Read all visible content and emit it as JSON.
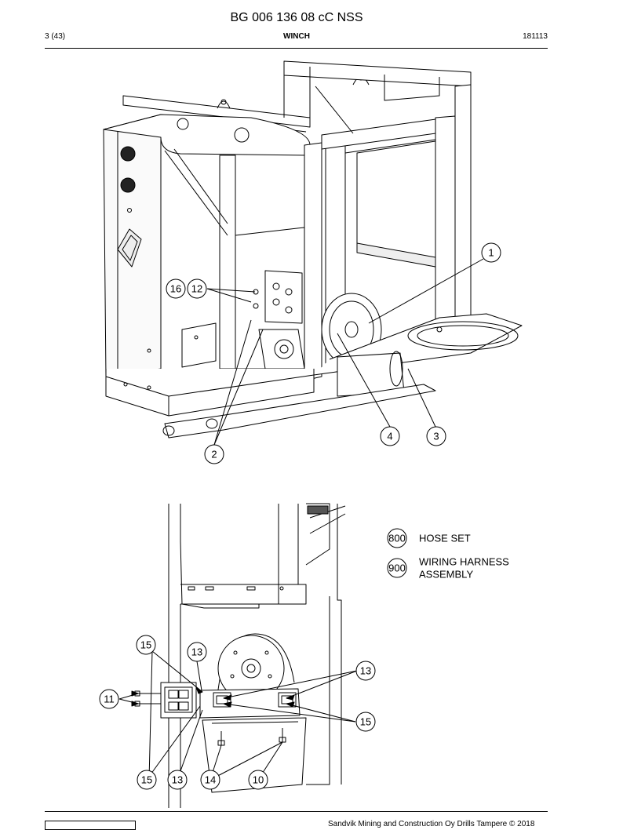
{
  "header": {
    "title": "BG 006 136 08 cC NSS",
    "page": "3 (43)",
    "section": "WINCH",
    "date_code": "181113"
  },
  "figure_top": {
    "callouts": [
      "1",
      "2",
      "3",
      "4",
      "12",
      "16"
    ]
  },
  "figure_bottom": {
    "callouts": [
      "15",
      "13",
      "13",
      "11",
      "15",
      "15",
      "13",
      "14",
      "10"
    ]
  },
  "legend": [
    {
      "code": "800",
      "label": "HOSE SET"
    },
    {
      "code": "900",
      "label_line1": "WIRING HARNESS",
      "label_line2": "ASSEMBLY"
    }
  ],
  "footer": {
    "text": "Sandvik Mining and Construction Oy Drills Tampere © 2018"
  }
}
